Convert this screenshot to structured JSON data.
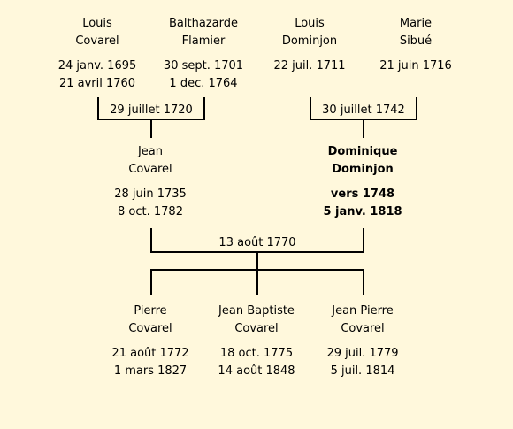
{
  "people": {
    "louis_covarel": {
      "first": "Louis",
      "last": "Covarel",
      "birth": "24 janv. 1695",
      "death": "21 avril 1760"
    },
    "balthazarde_flamier": {
      "first": "Balthazarde",
      "last": "Flamier",
      "birth": "30 sept. 1701",
      "death": "1 dec. 1764"
    },
    "louis_dominjon": {
      "first": "Louis",
      "last": "Dominjon",
      "birth": "22 juil. 1711",
      "death": ""
    },
    "marie_sibue": {
      "first": "Marie",
      "last": "Sibué",
      "birth": "21 juin 1716",
      "death": ""
    },
    "jean_covarel": {
      "first": "Jean",
      "last": "Covarel",
      "birth": "28 juin 1735",
      "death": "8 oct. 1782"
    },
    "dominique_dominjon": {
      "first": "Dominique",
      "last": "Dominjon",
      "birth": "vers 1748",
      "death": "5 janv. 1818"
    },
    "pierre_covarel": {
      "first": "Pierre",
      "last": "Covarel",
      "birth": "21 août 1772",
      "death": "1 mars 1827"
    },
    "jean_baptiste_covarel": {
      "first": "Jean Baptiste",
      "last": "Covarel",
      "birth": "18 oct. 1775",
      "death": "14 août 1848"
    },
    "jean_pierre_covarel": {
      "first": "Jean Pierre",
      "last": "Covarel",
      "birth": "29 juil. 1779",
      "death": "5 juil. 1814"
    }
  },
  "marriages": {
    "covarel_flamier": "29 juillet 1720",
    "dominjon_sibue": "30 juillet 1742",
    "covarel_dominjon": "13 août 1770"
  }
}
